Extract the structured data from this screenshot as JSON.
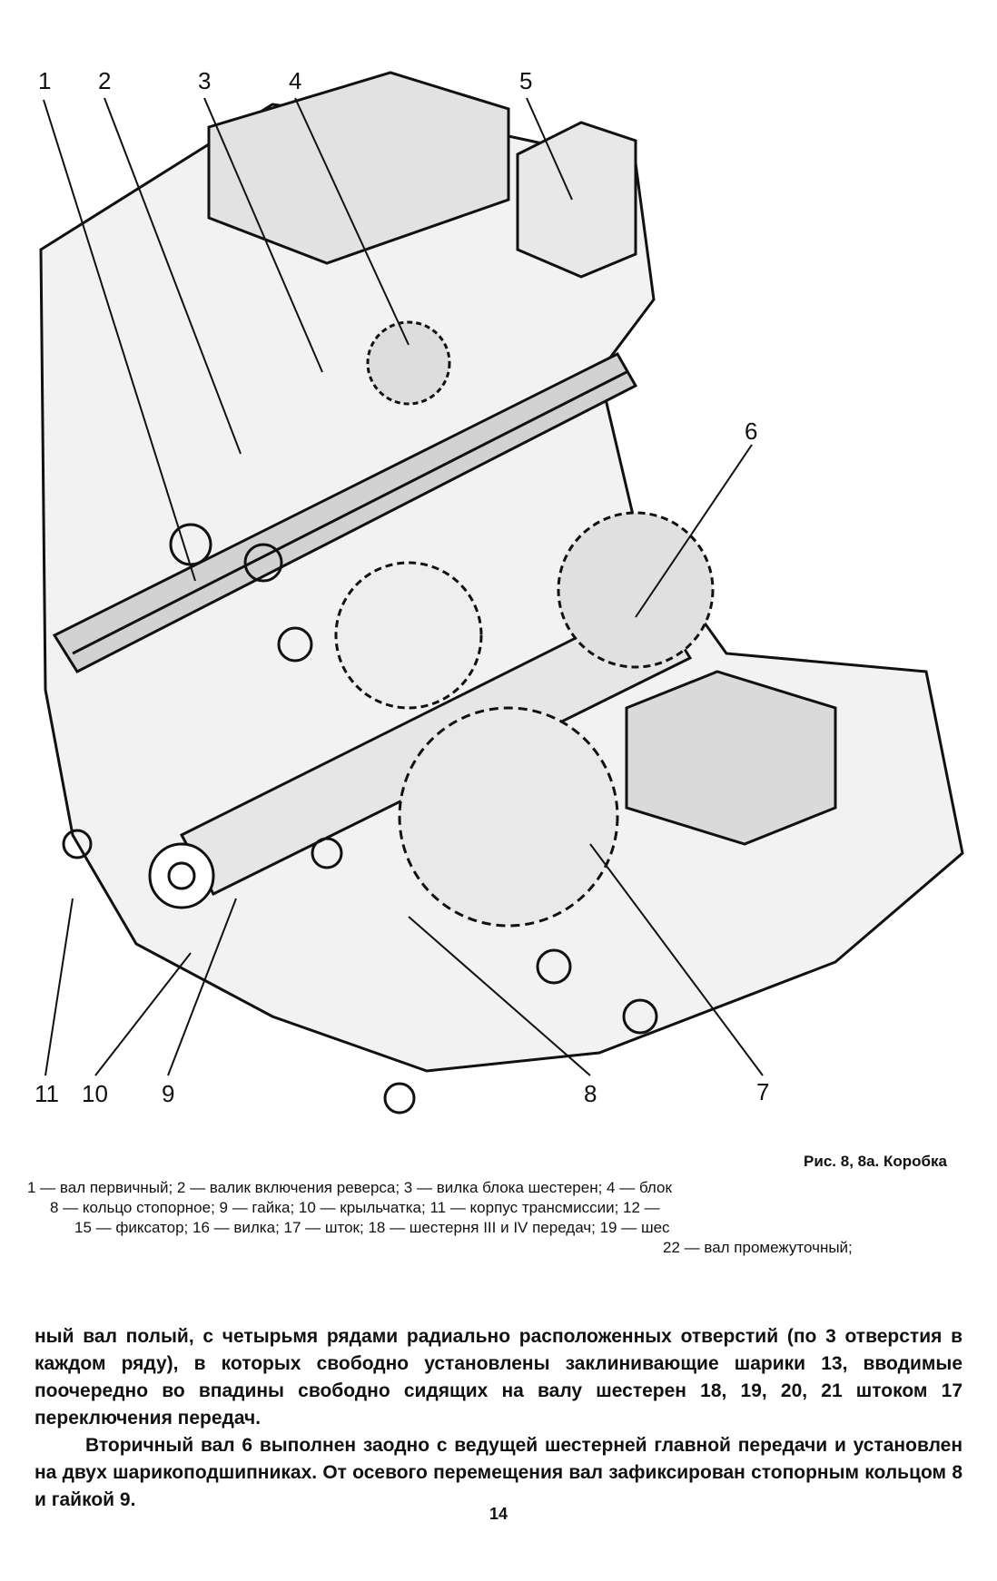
{
  "figure": {
    "callouts": {
      "c1": "1",
      "c2": "2",
      "c3": "3",
      "c4": "4",
      "c5": "5",
      "c6": "6",
      "c7": "7",
      "c8": "8",
      "c9": "9",
      "c10": "10",
      "c11": "11"
    }
  },
  "caption": {
    "title": "Рис. 8, 8а. Коробка",
    "legend_lines": [
      "1 — вал первичный;  2 — валик включения реверса;  3 — вилка блока шестерен;  4 — блок",
      "8 — кольцо стопорное;  9 — гайка;  10 — крыльчатка;  11 — корпус трансмиссии;  12 —",
      "15 — фиксатор;  16 — вилка;  17 — шток;  18 — шестерня III и IV передач;  19 — шес",
      "22 — вал промежуточный;"
    ]
  },
  "body": {
    "paragraph1": "ный вал полый, с четырьмя рядами радиально расположенных отверстий (по 3 отверстия в каждом ряду), в которых свободно установлены заклинивающие шарики 13, вводимые поочередно во впадины свободно сидящих на валу шестерен 18, 19, 20, 21 штоком 17 переключения передач.",
    "paragraph2": "Вторичный вал 6 выполнен заодно с ведущей шестерней главной передачи и установлен на двух шарикоподшипниках. От осевого перемещения вал зафиксирован стопорным кольцом 8 и гайкой 9."
  },
  "page_number": "14"
}
